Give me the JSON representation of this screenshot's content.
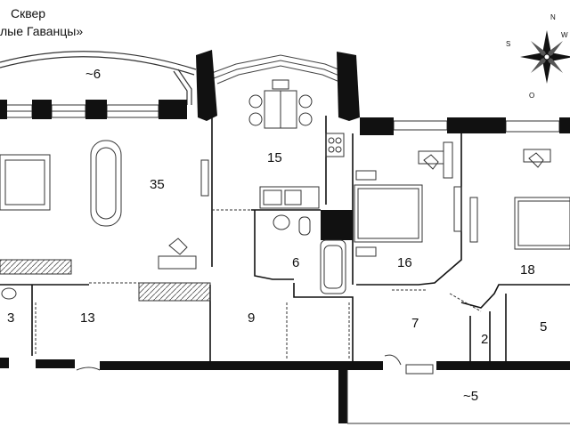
{
  "header": {
    "line1": "Сквер",
    "line2": "лые Гаванцы»"
  },
  "rooms": {
    "balcony": "~6",
    "living": "35",
    "kitchen": "15",
    "bath": "6",
    "bedroom1": "16",
    "bedroom2": "18",
    "wc": "3",
    "dressing": "13",
    "hall": "9",
    "corridor": "7",
    "closet": "2",
    "storage": "5",
    "terrace": "~5"
  },
  "compass": {
    "s": "S",
    "n": "N",
    "w": "W",
    "o": "O"
  },
  "colors": {
    "wall": "#111111",
    "line": "#333333",
    "background": "#ffffff"
  }
}
